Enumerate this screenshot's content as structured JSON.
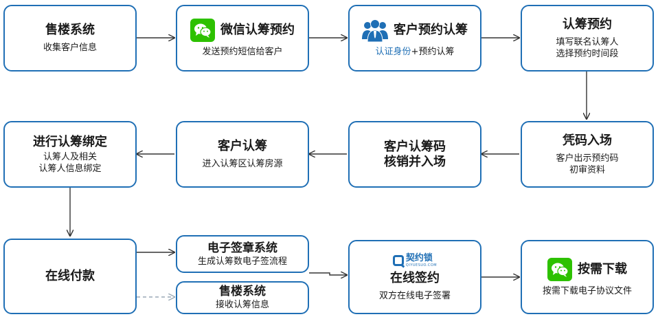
{
  "nodes": {
    "n1": {
      "title": "售楼系统",
      "sub": "收集客户信息"
    },
    "n2": {
      "title": "微信认筹预约",
      "sub": "发送预约短信给客户"
    },
    "n3": {
      "title": "客户预约认筹",
      "sub_hl": "认证身份",
      "sub_rest": "+预约认筹"
    },
    "n4": {
      "title": "认筹预约",
      "sub1": "填写联名认筹人",
      "sub2": "选择预约时间段"
    },
    "n5": {
      "title": "凭码入场",
      "sub1": "客户出示预约码",
      "sub2": "初审资料"
    },
    "n6": {
      "title1": "客户认筹码",
      "title2": "核销并入场"
    },
    "n7": {
      "title": "客户认筹",
      "sub": "进入认筹区认筹房源"
    },
    "n8": {
      "title": "进行认筹绑定",
      "sub1": "认筹人及相关",
      "sub2": "认筹人信息绑定"
    },
    "n9": {
      "title": "在线付款"
    },
    "n10": {
      "title": "电子签章系统",
      "sub": "生成认筹数电子签流程"
    },
    "n11": {
      "title": "售楼系统",
      "sub": "接收认筹信息"
    },
    "n12": {
      "title": "在线签约",
      "sub": "双方在线电子签署",
      "logo_text": "契约锁",
      "logo_sub": "QIYUESUO.COM"
    },
    "n13": {
      "title": "按需下载",
      "sub": "按需下载电子协议文件"
    }
  },
  "icons": {
    "n2": "wechat-icon",
    "n3": "customer-group-icon",
    "n12": "qiyuesuo-logo",
    "n13": "wechat-icon"
  },
  "colors": {
    "border": "#1f6fb5",
    "arrow": "#333333",
    "dashed_arrow": "#9aa9b5",
    "wechat": "#2dc100",
    "highlight": "#1f6fb5"
  }
}
